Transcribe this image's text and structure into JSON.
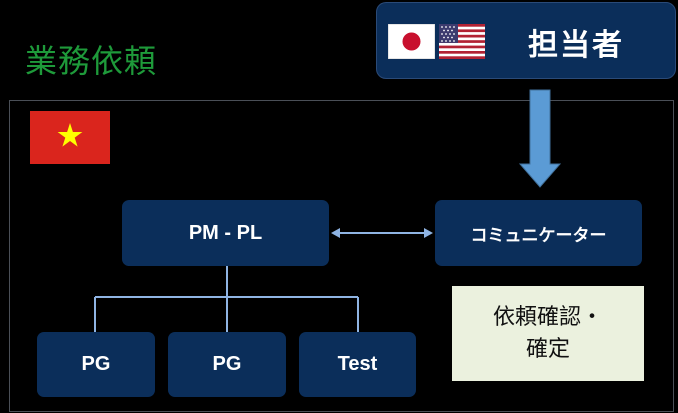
{
  "title": "業務依頼",
  "assignee": {
    "label": "担当者"
  },
  "nodes": {
    "pm_pl": "PM - PL",
    "communicator": "コミュニケーター",
    "pg1": "PG",
    "pg2": "PG",
    "test": "Test"
  },
  "confirm": {
    "line1": "依頼確認・",
    "line2": "確定"
  },
  "colors": {
    "box": "#0b2e5a",
    "title": "#1e9a3a",
    "arrow": "#5b9bd5",
    "connector": "#8fb4e3",
    "confirm_bg": "#ebf1de"
  },
  "flags": [
    "japan-flag",
    "usa-flag",
    "vietnam-flag"
  ]
}
